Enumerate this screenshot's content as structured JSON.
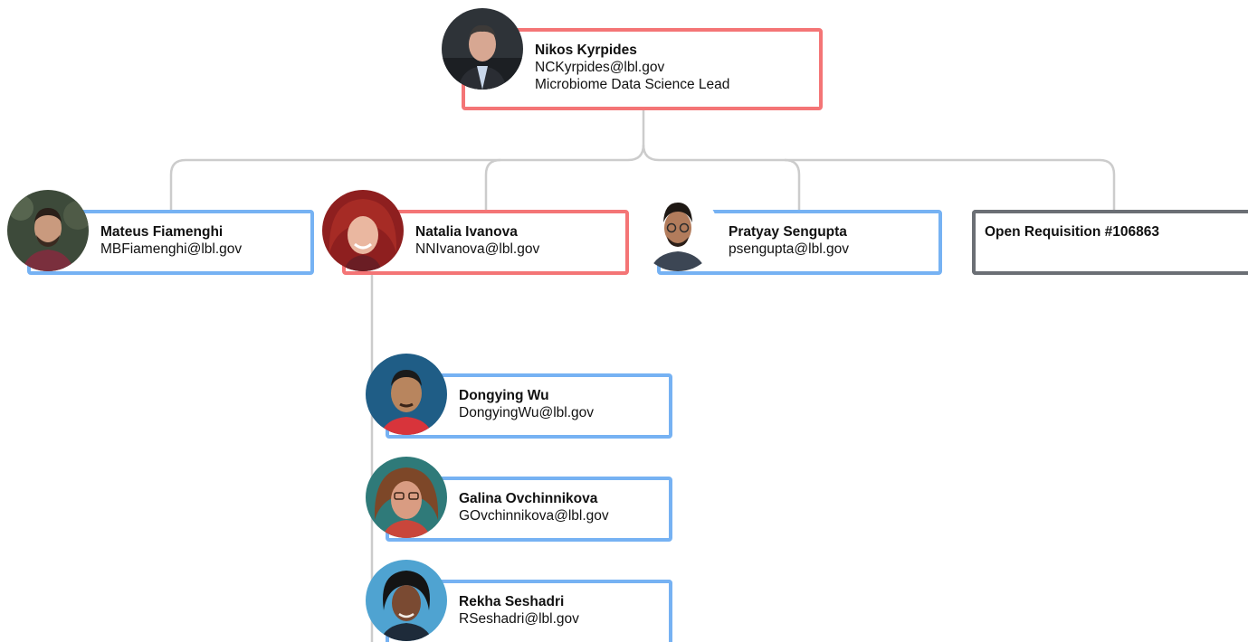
{
  "org": {
    "lead": {
      "name": "Nikos Kyrpides",
      "email": "NCKyrpides@lbl.gov",
      "title": "Microbiome Data Science Lead",
      "avatar_icon": "person-photo-icon"
    },
    "reports": [
      {
        "name": "Mateus Fiamenghi",
        "email": "MBFiamenghi@lbl.gov",
        "avatar_icon": "person-photo-icon"
      },
      {
        "name": "Natalia Ivanova",
        "email": "NNIvanova@lbl.gov",
        "avatar_icon": "person-photo-icon"
      },
      {
        "name": "Pratyay Sengupta",
        "email": "psengupta@lbl.gov",
        "avatar_icon": "person-photo-icon"
      },
      {
        "name": "Open Requisition #106863"
      }
    ],
    "natalia_reports": [
      {
        "name": "Dongying Wu",
        "email": "DongyingWu@lbl.gov",
        "avatar_icon": "person-photo-icon"
      },
      {
        "name": "Galina Ovchinnikova",
        "email": "GOvchinnikova@lbl.gov",
        "avatar_icon": "person-photo-icon"
      },
      {
        "name": "Rekha Seshadri",
        "email": "RSeshadri@lbl.gov",
        "avatar_icon": "person-photo-icon"
      }
    ]
  },
  "colors": {
    "manager_border": "#f47576",
    "member_border": "#76b2f3",
    "open_border": "#6b6f75",
    "connector": "#cccccc"
  }
}
